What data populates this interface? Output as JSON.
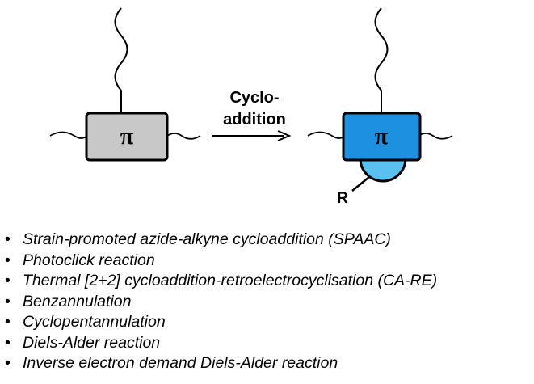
{
  "scheme": {
    "reactant_core_label": "π",
    "product_core_label": "π",
    "arrow_label_line1": "Cyclo-",
    "arrow_label_line2": "addition",
    "substituent_label": "R"
  },
  "colors": {
    "reactant_fill": "#c8c8c8",
    "product_fill": "#1e90e0",
    "adduct_fill": "#5ac0f0",
    "outline": "#000000"
  },
  "reactions": [
    "Strain-promoted azide-alkyne cycloaddition (SPAAC)",
    "Photoclick reaction",
    "Thermal [2+2] cycloaddition-retroelectrocyclisation (CA-RE)",
    "Benzannulation",
    "Cyclopentannulation",
    "Diels-Alder reaction",
    "Inverse electron demand Diels-Alder reaction"
  ]
}
